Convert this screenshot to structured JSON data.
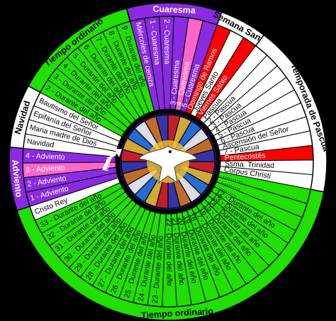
{
  "colors": {
    "green": "#1fe000",
    "purple": "#8a2be2",
    "white": "#ffffff",
    "red": "#ff0000",
    "pink": "#ff66cc",
    "black": "#000000",
    "window_bg": "#1a1a6b"
  },
  "inicia_label": "INICIA",
  "seasons": [
    {
      "label": "Adviento",
      "color": "purple",
      "text": "#ffffff"
    },
    {
      "label": "Navidad",
      "color": "white",
      "text": "#000000"
    },
    {
      "label": "Tiempo ordinario",
      "color": "green",
      "text": "#000000"
    },
    {
      "label": "Cuaresma",
      "color": "purple",
      "text": "#ffffff"
    },
    {
      "label": "Semana Santa",
      "color": "white",
      "text": "#000000"
    },
    {
      "label": "Temporada de Pascua",
      "color": "white",
      "text": "#000000"
    },
    {
      "label": "Tiempo ordinario",
      "color": "green",
      "text": "#000000"
    }
  ],
  "weeks": [
    {
      "label": "1 - Adviento",
      "color": "purple",
      "text": "#ffffff"
    },
    {
      "label": "2 - Adviento",
      "color": "purple",
      "text": "#ffffff"
    },
    {
      "label": "3 - Adviento",
      "color": "pink",
      "text": "#ffffff"
    },
    {
      "label": "4 - Adviento",
      "color": "purple",
      "text": "#ffffff"
    },
    {
      "label": "Navidad",
      "color": "white",
      "text": "#000000"
    },
    {
      "label": "Maria madre de Dios",
      "color": "white",
      "text": "#000000"
    },
    {
      "label": "Epifanía del Señor",
      "color": "white",
      "text": "#000000"
    },
    {
      "label": "Bautismo del Señor",
      "color": "white",
      "text": "#000000"
    },
    {
      "label": "2 - Durante del año",
      "color": "green",
      "text": "#000000"
    },
    {
      "label": "3 - Durante del año",
      "color": "green",
      "text": "#000000"
    },
    {
      "label": "4 - Durante del año",
      "color": "green",
      "text": "#000000"
    },
    {
      "label": "5 - Durante del año",
      "color": "green",
      "text": "#000000"
    },
    {
      "label": "6 - Durante del año",
      "color": "green",
      "text": "#000000"
    },
    {
      "label": "7 - Durante del año",
      "color": "green",
      "text": "#000000"
    },
    {
      "label": "8 - Durante del año",
      "color": "green",
      "text": "#000000"
    },
    {
      "label": "9 - Durante del año",
      "color": "green",
      "text": "#000000"
    },
    {
      "label": "Miércoles de ceniza",
      "color": "purple",
      "text": "#ffffff"
    },
    {
      "label": "1 - Cuaresma",
      "color": "purple",
      "text": "#ffffff"
    },
    {
      "label": "2 - Cuaresma",
      "color": "purple",
      "text": "#ffffff"
    },
    {
      "label": "3 - Cuaresma",
      "color": "purple",
      "text": "#ffffff"
    },
    {
      "label": "4 - Cuaresma",
      "color": "pink",
      "text": "#ffffff"
    },
    {
      "label": "5 - Cuaresma",
      "color": "purple",
      "text": "#ffffff"
    },
    {
      "label": "Domingo de Ramos",
      "color": "red",
      "text": "#ffffff"
    },
    {
      "label": "Jueves Santo",
      "color": "white",
      "text": "#000000"
    },
    {
      "label": "Viernes Santo",
      "color": "red",
      "text": "#ffffff"
    },
    {
      "label": "Pascua",
      "color": "white",
      "text": "#000000"
    },
    {
      "label": "2 - Pascua",
      "color": "white",
      "text": "#000000"
    },
    {
      "label": "3 - Pascua",
      "color": "white",
      "text": "#000000"
    },
    {
      "label": "4 - Pascua",
      "color": "white",
      "text": "#000000"
    },
    {
      "label": "5 - Pascua",
      "color": "white",
      "text": "#000000"
    },
    {
      "label": "6 - Pascua",
      "color": "white",
      "text": "#000000"
    },
    {
      "label": "Ascensión del Señor",
      "color": "white",
      "text": "#000000"
    },
    {
      "label": "7 - Pascua",
      "color": "white",
      "text": "#000000"
    },
    {
      "label": "Pentecostés",
      "color": "red",
      "text": "#ffffff"
    },
    {
      "label": "Ssma. Trinidad",
      "color": "white",
      "text": "#000000"
    },
    {
      "label": "Corpus Christi",
      "color": "white",
      "text": "#000000"
    },
    {
      "label": "..........",
      "color": "green",
      "text": "#000000"
    },
    {
      "label": "..........",
      "color": "green",
      "text": "#000000"
    },
    {
      "label": "..........",
      "color": "green",
      "text": "#000000"
    },
    {
      "label": "12 - Durante del año",
      "color": "green",
      "text": "#000000"
    },
    {
      "label": "13 - Durante del año",
      "color": "green",
      "text": "#000000"
    },
    {
      "label": "14 - Durante del año",
      "color": "green",
      "text": "#000000"
    },
    {
      "label": "15 - Durante del año",
      "color": "green",
      "text": "#000000"
    },
    {
      "label": "16 - Durante del año",
      "color": "green",
      "text": "#000000"
    },
    {
      "label": "17 - Durante del año",
      "color": "green",
      "text": "#000000"
    },
    {
      "label": "18 - Durante del año",
      "color": "green",
      "text": "#000000"
    },
    {
      "label": "19 - Durante del año",
      "color": "green",
      "text": "#000000"
    },
    {
      "label": "20 - Durante del año",
      "color": "green",
      "text": "#000000"
    },
    {
      "label": "21 - Durante del año",
      "color": "green",
      "text": "#000000"
    },
    {
      "label": "22 - Durante del año",
      "color": "green",
      "text": "#000000"
    },
    {
      "label": "23 - Durante del año",
      "color": "green",
      "text": "#000000"
    },
    {
      "label": "24 - Durante del año",
      "color": "green",
      "text": "#000000"
    },
    {
      "label": "25 - Durante del año",
      "color": "green",
      "text": "#000000"
    },
    {
      "label": "26 - Durante del año",
      "color": "green",
      "text": "#000000"
    },
    {
      "label": "27 - Durante del año",
      "color": "green",
      "text": "#000000"
    },
    {
      "label": "28 - Durante del año",
      "color": "green",
      "text": "#000000"
    },
    {
      "label": "29 - Durante del año",
      "color": "green",
      "text": "#000000"
    },
    {
      "label": "30 - Durante del año",
      "color": "green",
      "text": "#000000"
    },
    {
      "label": "31 - Durante del año",
      "color": "green",
      "text": "#000000"
    },
    {
      "label": "32 - Durante del año",
      "color": "green",
      "text": "#000000"
    },
    {
      "label": "33 - Durante del año",
      "color": "green",
      "text": "#000000"
    },
    {
      "label": "Cristo Rey",
      "color": "white",
      "text": "#000000"
    }
  ]
}
